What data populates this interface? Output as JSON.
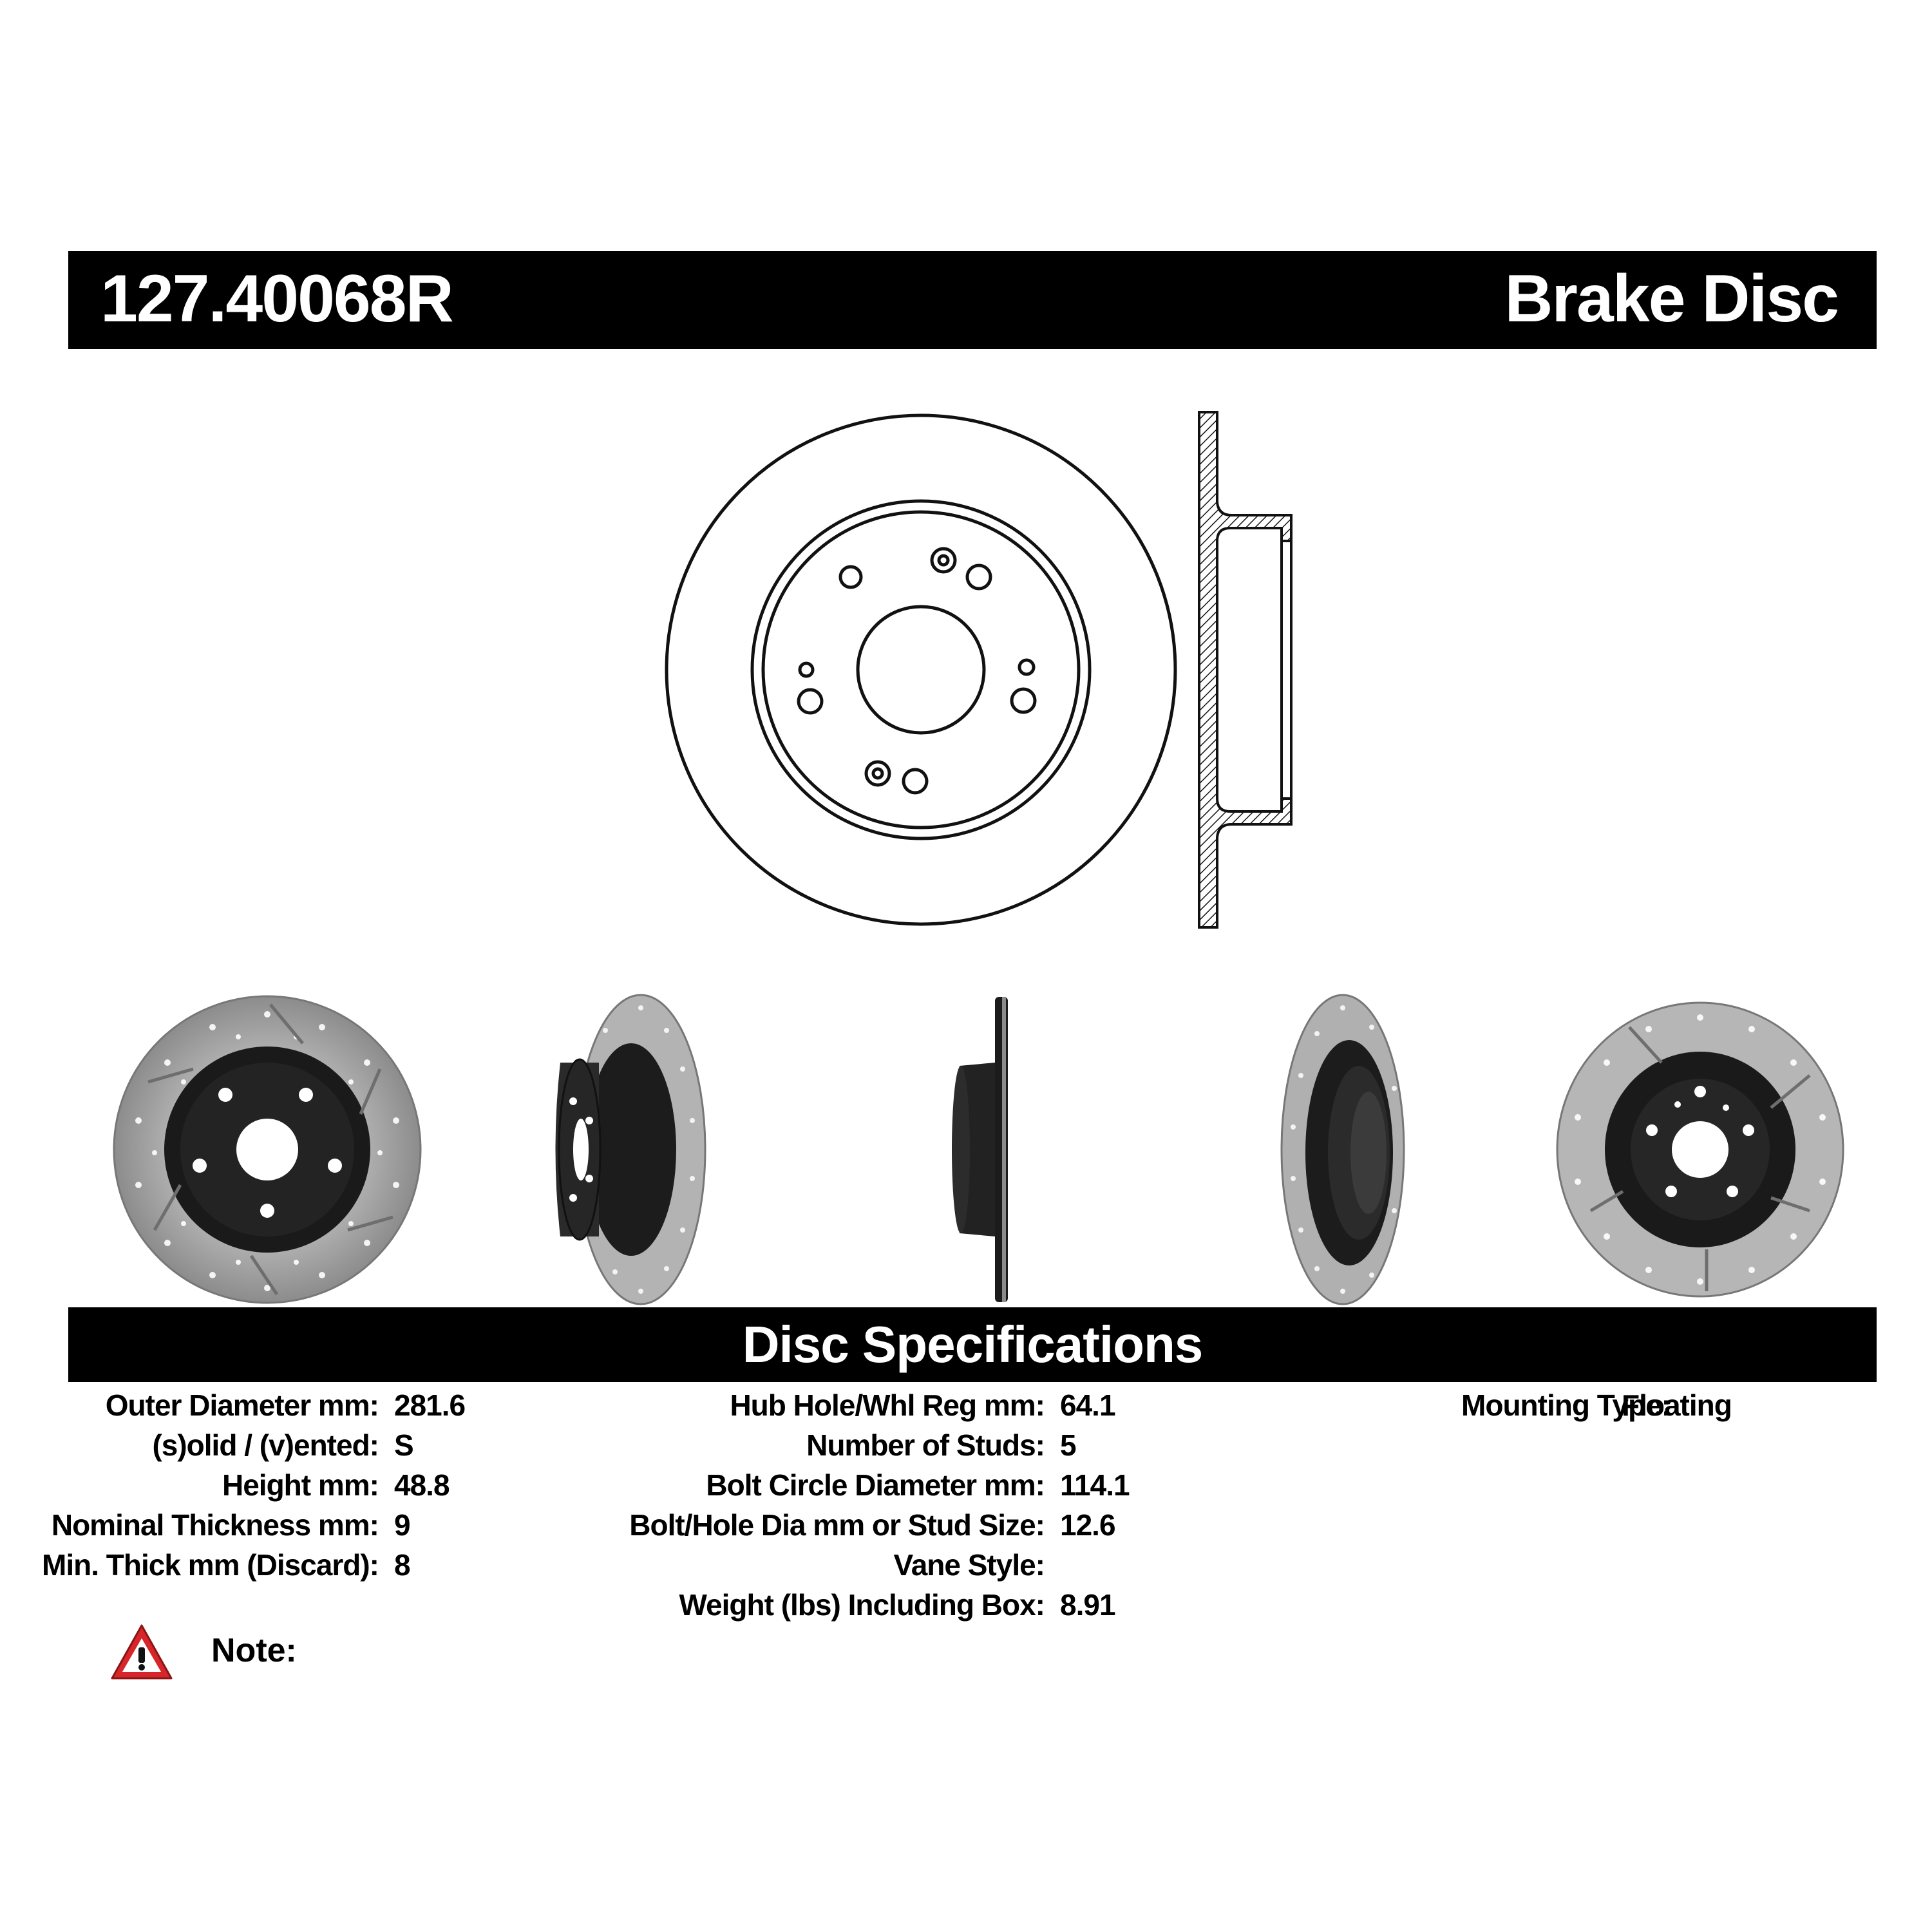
{
  "header": {
    "part_number": "127.40068R",
    "doc_type": "Brake Disc"
  },
  "specs": {
    "title": "Disc Specifications",
    "column1": [
      {
        "label": "Outer Diameter mm:",
        "value": "281.6"
      },
      {
        "label": "(s)olid / (v)ented:",
        "value": "S"
      },
      {
        "label": "Height mm:",
        "value": "48.8"
      },
      {
        "label": "Nominal Thickness mm:",
        "value": "9"
      },
      {
        "label": "Min. Thick mm (Discard):",
        "value": "8"
      }
    ],
    "column2": [
      {
        "label": "Hub Hole/Whl Reg mm:",
        "value": "64.1"
      },
      {
        "label": "Number of Studs:",
        "value": "5"
      },
      {
        "label": "Bolt Circle Diameter mm:",
        "value": "114.1"
      },
      {
        "label": "Bolt/Hole Dia mm or Stud Size:",
        "value": "12.6"
      },
      {
        "label": "Vane Style:",
        "value": ""
      },
      {
        "label": "Weight (lbs) Including Box:",
        "value": "8.91"
      }
    ],
    "column3": [
      {
        "label": "Mounting Type:",
        "value": "Floating"
      }
    ]
  },
  "note": {
    "label": "Note:",
    "icon": "warning-triangle-icon"
  },
  "colors": {
    "bar_background": "#000000",
    "bar_text": "#ffffff",
    "warning_red": "#d7262b"
  }
}
